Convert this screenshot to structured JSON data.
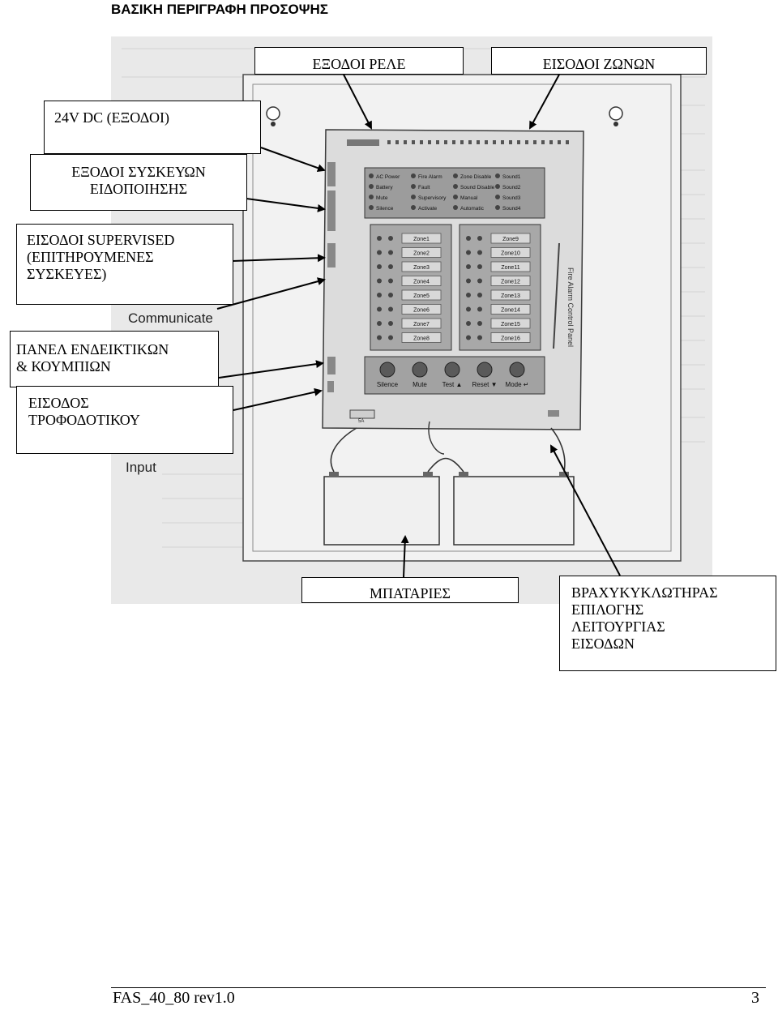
{
  "title": "ΒΑΣΙΚΗ ΠΕΡΙΓΡΑΦΗ ΠΡΟΣΟΨΗΣ",
  "callouts": {
    "relay_outputs": "ΕΞΟΔΟΙ ΡΕΛΕ",
    "zone_inputs": "ΕΙΣΟΔΟΙ ΖΩΝΩΝ",
    "dc_outputs": "24V DC (ΕΞΟΔΟΙ)",
    "notification_outputs": [
      "ΕΞΟΔΟΙ ΣΥΣΚΕΥΩΝ",
      "ΕΙΔΟΠΟΙΗΣΗΣ"
    ],
    "supervised_inputs": [
      "ΕΙΣΟΔΟΙ SUPERVISED",
      "(ΕΠΙΤΗΡΟΥΜΕΝΕΣ",
      "ΣΥΣΚΕΥΕΣ)"
    ],
    "indicator_panel": [
      "ΠΑΝΕΛ ΕΝΔΕΙΚΤΙΚΩΝ",
      "& ΚΟΥΜΠΙΩΝ"
    ],
    "power_input": [
      "ΕΙΣΟΔΟΣ",
      "ΤΡΟΦΟΔΟΤΙΚΟΥ"
    ],
    "batteries": "ΜΠΑΤΑΡΙΕΣ",
    "dip_switch": [
      "ΒΡΑΧΥΚΥΚΛΩΤΗΡΑΣ",
      "ΕΠΙΛΟΓΗΣ",
      "ΛΕΙΤΟΥΡΓΙΑΣ",
      "ΕΙΣΟΔΩΝ"
    ]
  },
  "photo_labels": {
    "communicate": "Communicate",
    "input": "Input",
    "side_text": "Fire Alarm Control Panel",
    "fuse": "5A"
  },
  "panel": {
    "status_leds": [
      "AC Power",
      "Fire Alarm",
      "Zone Disable",
      "Sound1",
      "Battery",
      "Fault",
      "Sound Disable",
      "Sound2",
      "Mute",
      "Supervisory",
      "Manual",
      "Sound3",
      "Silence",
      "Activate",
      "Automatic",
      "Sound4"
    ],
    "zones_left": [
      "Zone1",
      "Zone2",
      "Zone3",
      "Zone4",
      "Zone5",
      "Zone6",
      "Zone7",
      "Zone8"
    ],
    "zones_right": [
      "Zone9",
      "Zone10",
      "Zone11",
      "Zone12",
      "Zone13",
      "Zone14",
      "Zone15",
      "Zone16"
    ],
    "buttons": [
      "Silence",
      "Mute",
      "Test",
      "Reset",
      "Mode"
    ],
    "button_arrows": [
      "",
      "",
      "▲",
      "▼",
      "↵"
    ]
  },
  "footer": {
    "doc_id": "FAS_40_80 rev1.0",
    "page_number": "3"
  },
  "colors": {
    "photo_bg": "#e8e8e8",
    "panel_face": "#bdbdbd",
    "window": "#9a9a9a",
    "zone_label": "#d8d8d8"
  }
}
